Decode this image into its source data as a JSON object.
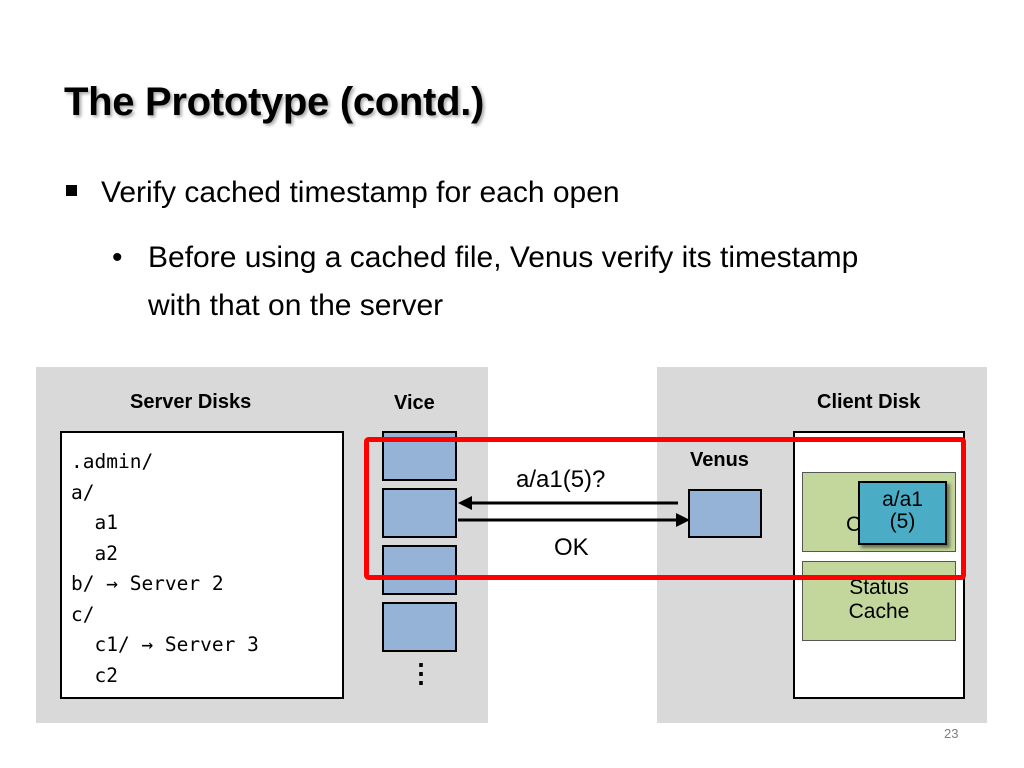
{
  "slide": {
    "title": "The Prototype (contd.)",
    "bullet_1": "Verify cached timestamp for each open",
    "bullet_2": "Before using a cached file, Venus verify its timestamp with that on the server",
    "page_number": "23"
  },
  "diagram": {
    "server_disks_label": "Server Disks",
    "vice_label": "Vice",
    "client_disk_label": "Client Disk",
    "venus_label": "Venus",
    "tree": [
      ".admin/",
      "a/",
      "  a1",
      "  a2",
      "b/ → Server 2",
      "c/",
      "  c1/ → Server 3",
      "  c2"
    ],
    "ellipsis": "⋮",
    "request_label": "a/a1(5)?",
    "reply_label": "OK",
    "data_cache_label_visible": "C",
    "status_cache_label": "Status Cache",
    "file_name": "a/a1",
    "file_version": "(5)",
    "colors": {
      "panel": "#d9d9d9",
      "vice_block": "#95b3d7",
      "cache": "#c3d69b",
      "file": "#4bacc6",
      "highlight": "#ff0000"
    }
  }
}
